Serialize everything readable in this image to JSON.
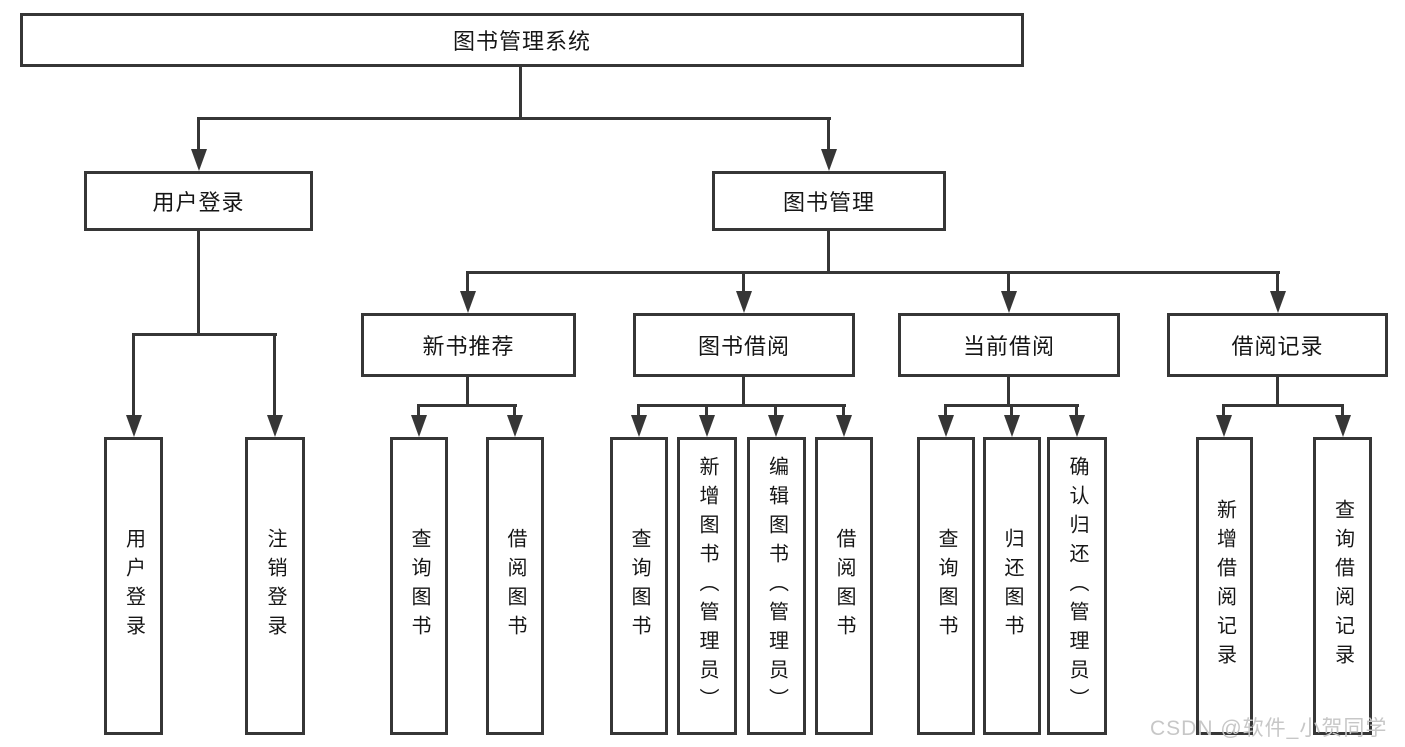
{
  "tree": {
    "root": {
      "label": "图书管理系统"
    },
    "branches": [
      {
        "label": "用户登录",
        "children": [
          {
            "label": "用户登录"
          },
          {
            "label": "注销登录"
          }
        ]
      },
      {
        "label": "图书管理",
        "groups": [
          {
            "label": "新书推荐",
            "children": [
              {
                "label": "查询图书"
              },
              {
                "label": "借阅图书"
              }
            ]
          },
          {
            "label": "图书借阅",
            "children": [
              {
                "label": "查询图书"
              },
              {
                "label": "新增图书（管理员）"
              },
              {
                "label": "编辑图书（管理员）"
              },
              {
                "label": "借阅图书"
              }
            ]
          },
          {
            "label": "当前借阅",
            "children": [
              {
                "label": "查询图书"
              },
              {
                "label": "归还图书"
              },
              {
                "label": "确认归还（管理员）"
              }
            ]
          },
          {
            "label": "借阅记录",
            "children": [
              {
                "label": "新增借阅记录"
              },
              {
                "label": "查询借阅记录"
              }
            ]
          }
        ]
      }
    ]
  },
  "watermark": {
    "text": "CSDN @软件_小贺同学"
  },
  "colors": {
    "line": "#363636",
    "text": "#161616",
    "watermark": "#c7c7c7",
    "background": "#ffffff"
  }
}
